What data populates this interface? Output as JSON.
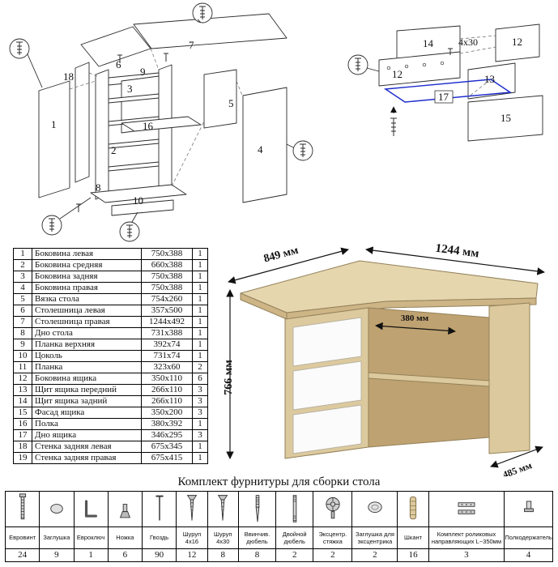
{
  "diagram_left": {
    "labels": [
      "18",
      "1",
      "6",
      "9",
      "7",
      "3",
      "16",
      "2",
      "5",
      "4",
      "8",
      "10"
    ]
  },
  "diagram_right": {
    "labels": [
      "14",
      "12",
      "12",
      "13",
      "17",
      "15"
    ],
    "screw_note": "4x30"
  },
  "desk": {
    "dim_left_depth": "849 мм",
    "dim_right_width": "1244 мм",
    "dim_height": "766 мм",
    "dim_inner": "380 мм",
    "dim_right_depth": "485 мм"
  },
  "colors": {
    "oak_top": "#e6d6ae",
    "oak_edge": "#cdb586",
    "oak": "#dcca9e",
    "oak_inner": "#bfa271",
    "drawer": "#fbfbfb",
    "blueprint_blue": "#1b2bcc"
  },
  "parts_table": {
    "rows": [
      {
        "n": "1",
        "name": "Боковина левая",
        "size": "750x388",
        "qty": "1"
      },
      {
        "n": "2",
        "name": "Боковина средняя",
        "size": "660x388",
        "qty": "1"
      },
      {
        "n": "3",
        "name": "Боковина задняя",
        "size": "750x388",
        "qty": "1"
      },
      {
        "n": "4",
        "name": "Боковина правая",
        "size": "750x388",
        "qty": "1"
      },
      {
        "n": "5",
        "name": "Вязка стола",
        "size": "754x260",
        "qty": "1"
      },
      {
        "n": "6",
        "name": "Столешница левая",
        "size": "357x500",
        "qty": "1"
      },
      {
        "n": "7",
        "name": "Столешница правая",
        "size": "1244x492",
        "qty": "1"
      },
      {
        "n": "8",
        "name": "Дно стола",
        "size": "731x388",
        "qty": "1"
      },
      {
        "n": "9",
        "name": "Планка верхняя",
        "size": "392x74",
        "qty": "1"
      },
      {
        "n": "10",
        "name": "Цоколь",
        "size": "731x74",
        "qty": "1"
      },
      {
        "n": "11",
        "name": "Планка",
        "size": "323x60",
        "qty": "2"
      },
      {
        "n": "12",
        "name": "Боковина ящика",
        "size": "350x110",
        "qty": "6"
      },
      {
        "n": "13",
        "name": "Щит ящика передний",
        "size": "266x110",
        "qty": "3"
      },
      {
        "n": "14",
        "name": "Щит ящика задний",
        "size": "266x110",
        "qty": "3"
      },
      {
        "n": "15",
        "name": "Фасад ящика",
        "size": "350x200",
        "qty": "3"
      },
      {
        "n": "16",
        "name": "Полка",
        "size": "380x392",
        "qty": "1"
      },
      {
        "n": "17",
        "name": "Дно ящика",
        "size": "346x295",
        "qty": "3"
      },
      {
        "n": "18",
        "name": "Стенка задняя левая",
        "size": "675x345",
        "qty": "1"
      },
      {
        "n": "19",
        "name": "Стенка задняя правая",
        "size": "675x415",
        "qty": "1"
      }
    ]
  },
  "hardware": {
    "title": "Комплект фурнитуры для сборки стола",
    "items": [
      {
        "label": "Евровинт",
        "qty": "24",
        "icon_ref": "#sym-confirmat",
        "icon_name": "confirmat-screw-icon"
      },
      {
        "label": "Заглушка",
        "qty": "9",
        "icon_ref": "#sym-cap",
        "icon_name": "cap-icon"
      },
      {
        "label": "Евроключ",
        "qty": "1",
        "icon_ref": "#sym-hexkey",
        "icon_name": "hex-key-icon"
      },
      {
        "label": "Ножка",
        "qty": "6",
        "icon_ref": "#sym-foot",
        "icon_name": "foot-icon"
      },
      {
        "label": "Гвоздь",
        "qty": "90",
        "icon_ref": "#sym-nail",
        "icon_name": "nail-icon"
      },
      {
        "label": "Шуруп 4x16",
        "qty": "12",
        "icon_ref": "#sym-screw",
        "icon_name": "screw-4x16-icon"
      },
      {
        "label": "Шуруп 4x30",
        "qty": "8",
        "icon_ref": "#sym-screw",
        "icon_name": "screw-4x30-icon"
      },
      {
        "label": "Ввинчив. дюбель",
        "qty": "8",
        "icon_ref": "#sym-dowel-screw",
        "icon_name": "screw-in-dowel-icon"
      },
      {
        "label": "Двойной дюбель",
        "qty": "2",
        "icon_ref": "#sym-double-dowel",
        "icon_name": "double-dowel-icon"
      },
      {
        "label": "Эксцентр. стяжка",
        "qty": "2",
        "icon_ref": "#sym-cam",
        "icon_name": "cam-lock-icon"
      },
      {
        "label": "Заглушка для эксцентрика",
        "qty": "2",
        "icon_ref": "#sym-cam-cap",
        "icon_name": "cam-cap-icon"
      },
      {
        "label": "Шкант",
        "qty": "16",
        "icon_ref": "#sym-shkant",
        "icon_name": "wood-dowel-icon"
      },
      {
        "label": "Комплект роликовых направляющих L~350мм",
        "qty": "3",
        "icon_ref": "#sym-rail",
        "icon_name": "roller-guides-icon"
      },
      {
        "label": "Полкодержатель",
        "qty": "4",
        "icon_ref": "#sym-shelfpin",
        "icon_name": "shelf-pin-icon"
      }
    ]
  }
}
